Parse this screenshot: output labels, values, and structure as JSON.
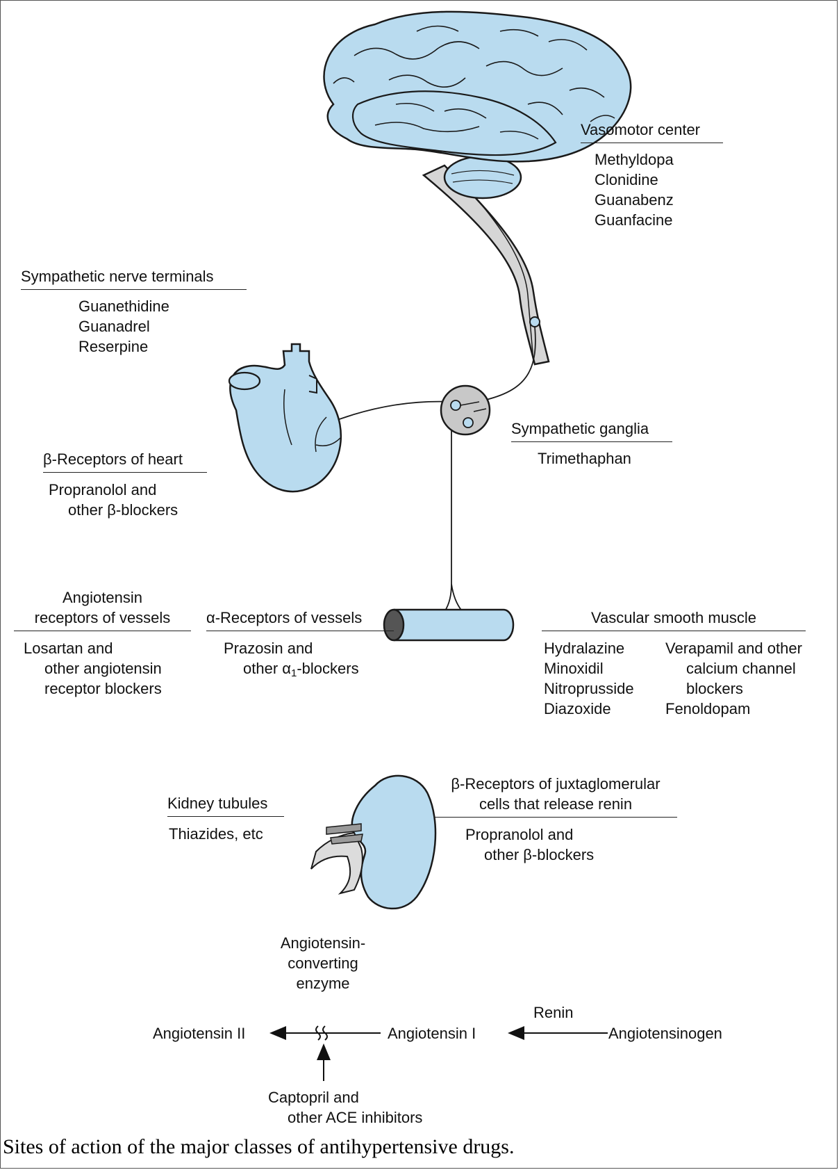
{
  "caption": "Sites of action of the major classes of antihypertensive drugs.",
  "sites": {
    "vasomotor": {
      "title": "Vasomotor center",
      "drugs": [
        "Methyldopa",
        "Clonidine",
        "Guanabenz",
        "Guanfacine"
      ]
    },
    "nerve_terminals": {
      "title": "Sympathetic nerve terminals",
      "drugs": [
        "Guanethidine",
        "Guanadrel",
        "Reserpine"
      ]
    },
    "heart": {
      "title": "β-Receptors of heart",
      "drugs": [
        "Propranolol and",
        "other β-blockers"
      ]
    },
    "ganglia": {
      "title": "Sympathetic ganglia",
      "drugs": [
        "Trimethaphan"
      ]
    },
    "angiotensin_receptors": {
      "title_line1": "Angiotensin",
      "title_line2": "receptors of vessels",
      "drugs": [
        "Losartan and",
        "other angiotensin",
        "receptor blockers"
      ]
    },
    "alpha_receptors": {
      "title": "α-Receptors of vessels",
      "drug_line1": "Prazosin and",
      "drug_line2_prefix": "other α",
      "drug_line2_sub": "1",
      "drug_line2_suffix": "-blockers"
    },
    "smooth_muscle": {
      "title": "Vascular smooth muscle",
      "drugs_left": [
        "Hydralazine",
        "Minoxidil",
        "Nitroprusside",
        "Diazoxide"
      ],
      "drugs_right": [
        "Verapamil and other",
        "calcium channel",
        "blockers",
        "Fenoldopam"
      ]
    },
    "kidney_tubules": {
      "title": "Kidney tubules",
      "drugs": [
        "Thiazides, etc"
      ]
    },
    "juxtaglomerular": {
      "title_line1": "β-Receptors of juxtaglomerular",
      "title_line2": "cells that release renin",
      "drugs": [
        "Propranolol and",
        "other β-blockers"
      ]
    }
  },
  "pathway": {
    "enzyme": [
      "Angiotensin-",
      "converting",
      "enzyme"
    ],
    "renin": "Renin",
    "angiotensin_ii": "Angiotensin II",
    "angiotensin_i": "Angiotensin I",
    "angiotensinogen": "Angiotensinogen",
    "inhibitors": [
      "Captopril and",
      "other ACE inhibitors"
    ]
  },
  "colors": {
    "organ_fill": "#b9dbef",
    "outline": "#1a1a1a",
    "ganglion_fill": "#c8c8c8",
    "spinal_fill": "#d6d6d6"
  }
}
